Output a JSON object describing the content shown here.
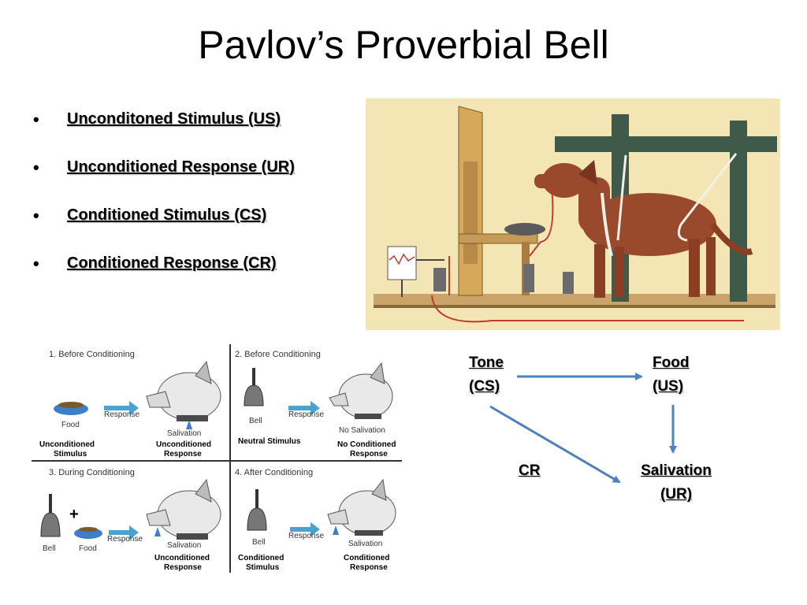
{
  "slide": {
    "title": "Pavlov’s Proverbial Bell"
  },
  "bullets": [
    "Unconditoned Stimulus (US)",
    "Unconditioned Response (UR)",
    "Conditioned Stimulus (CS)",
    "Conditioned Response (CR)"
  ],
  "conditioning_grid": {
    "panel1": {
      "heading": "1. Before Conditioning",
      "food": "Food",
      "response": "Response",
      "salivation": "Salivation",
      "stimulus_1": "Unconditioned",
      "stimulus_2": "Stimulus",
      "resp_1": "Unconditioned",
      "resp_2": "Response"
    },
    "panel2": {
      "heading": "2. Before Conditioning",
      "bell": "Bell",
      "response": "Response",
      "no_salivation": "No Salivation",
      "stimulus": "Neutral Stimulus",
      "resp_1": "No Conditioned",
      "resp_2": "Response"
    },
    "panel3": {
      "heading": "3. During Conditioning",
      "plus": "+",
      "bell": "Bell",
      "food": "Food",
      "response": "Response",
      "salivation": "Salivation",
      "resp_1": "Unconditioned",
      "resp_2": "Response"
    },
    "panel4": {
      "heading": "4. After Conditioning",
      "bell": "Bell",
      "response": "Response",
      "salivation": "Salivation",
      "stimulus_1": "Conditioned",
      "stimulus_2": "Stimulus",
      "resp_1": "Conditioned",
      "resp_2": "Response"
    }
  },
  "flow": {
    "tone": "Tone",
    "tone_sub": "(CS)",
    "food": "Food",
    "food_sub": "(US)",
    "cr": "CR",
    "salivation": "Salivation",
    "salivation_sub": "(UR)"
  },
  "colors": {
    "arrow": "#4f81bd",
    "photo_bg": "#f3e6b4",
    "frame": "#3f5a48",
    "dog": "#9a4a2c",
    "response_arrow": "#4aa3cf"
  }
}
